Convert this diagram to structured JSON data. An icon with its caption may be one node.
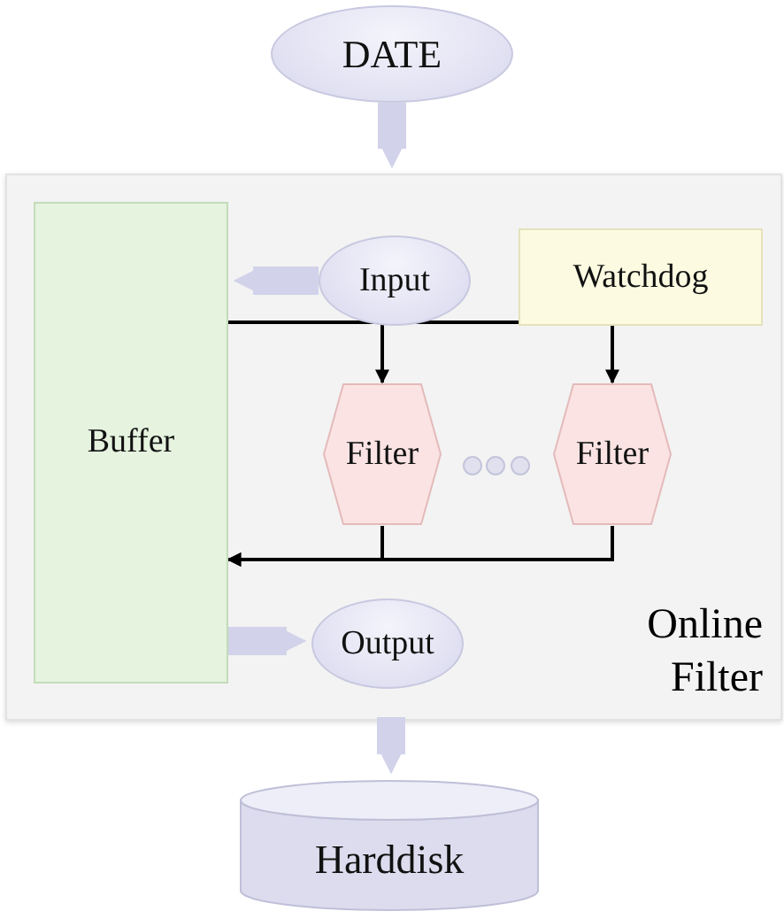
{
  "diagram": {
    "nodes": [
      {
        "text": [
          "DATE"
        ]
      },
      {
        "text": [
          "Online Filter"
        ]
      },
      {
        "text": [
          "Buffer"
        ],
        "in": 1
      },
      {
        "text": [
          "Input"
        ],
        "in": 1
      },
      {
        "text": [
          "Watchdog"
        ],
        "in": 1
      },
      {
        "text": [
          "Filter"
        ],
        "in": 1
      },
      {
        "text": [
          "Filter"
        ],
        "in": 1
      },
      {
        "text": [
          "Output"
        ],
        "in": 1
      },
      {
        "text": [
          "Harddisk"
        ]
      }
    ],
    "edges": [
      {
        "from": 0,
        "to": 1,
        "arrow": "to",
        "style": "thick",
        "color": "#d2d2ea"
      },
      {
        "from": 3,
        "to": 2,
        "arrow": "to",
        "style": "thick",
        "color": "#d2d2ea"
      },
      {
        "from": 2,
        "to": 7,
        "arrow": "to",
        "style": "thick",
        "color": "#d2d2ea"
      },
      {
        "from": 1,
        "to": 8,
        "arrow": "to",
        "style": "thick",
        "color": "#d2d2ea"
      },
      {
        "from": 2,
        "to": 5,
        "arrow": "to",
        "color": "#000000"
      },
      {
        "from": 2,
        "to": 6,
        "arrow": "to",
        "color": "#000000"
      },
      {
        "from": 5,
        "to": 2,
        "arrow": "to",
        "color": "#000000"
      },
      {
        "from": 6,
        "to": 2,
        "arrow": "to",
        "color": "#000000"
      }
    ]
  }
}
